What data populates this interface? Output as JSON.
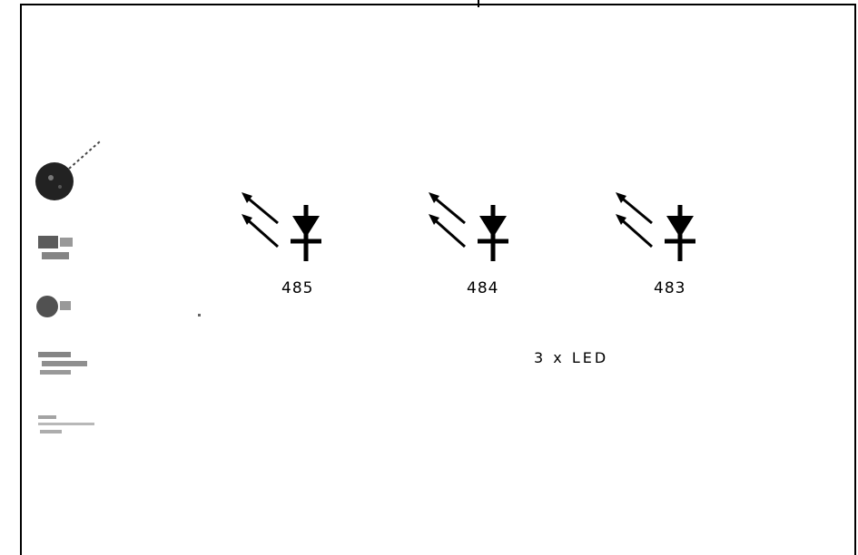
{
  "leds": [
    {
      "label": "485"
    },
    {
      "label": "484"
    },
    {
      "label": "483"
    }
  ],
  "group_label": "3 x LED",
  "colors": {
    "ink": "#000000",
    "paper": "#ffffff"
  }
}
